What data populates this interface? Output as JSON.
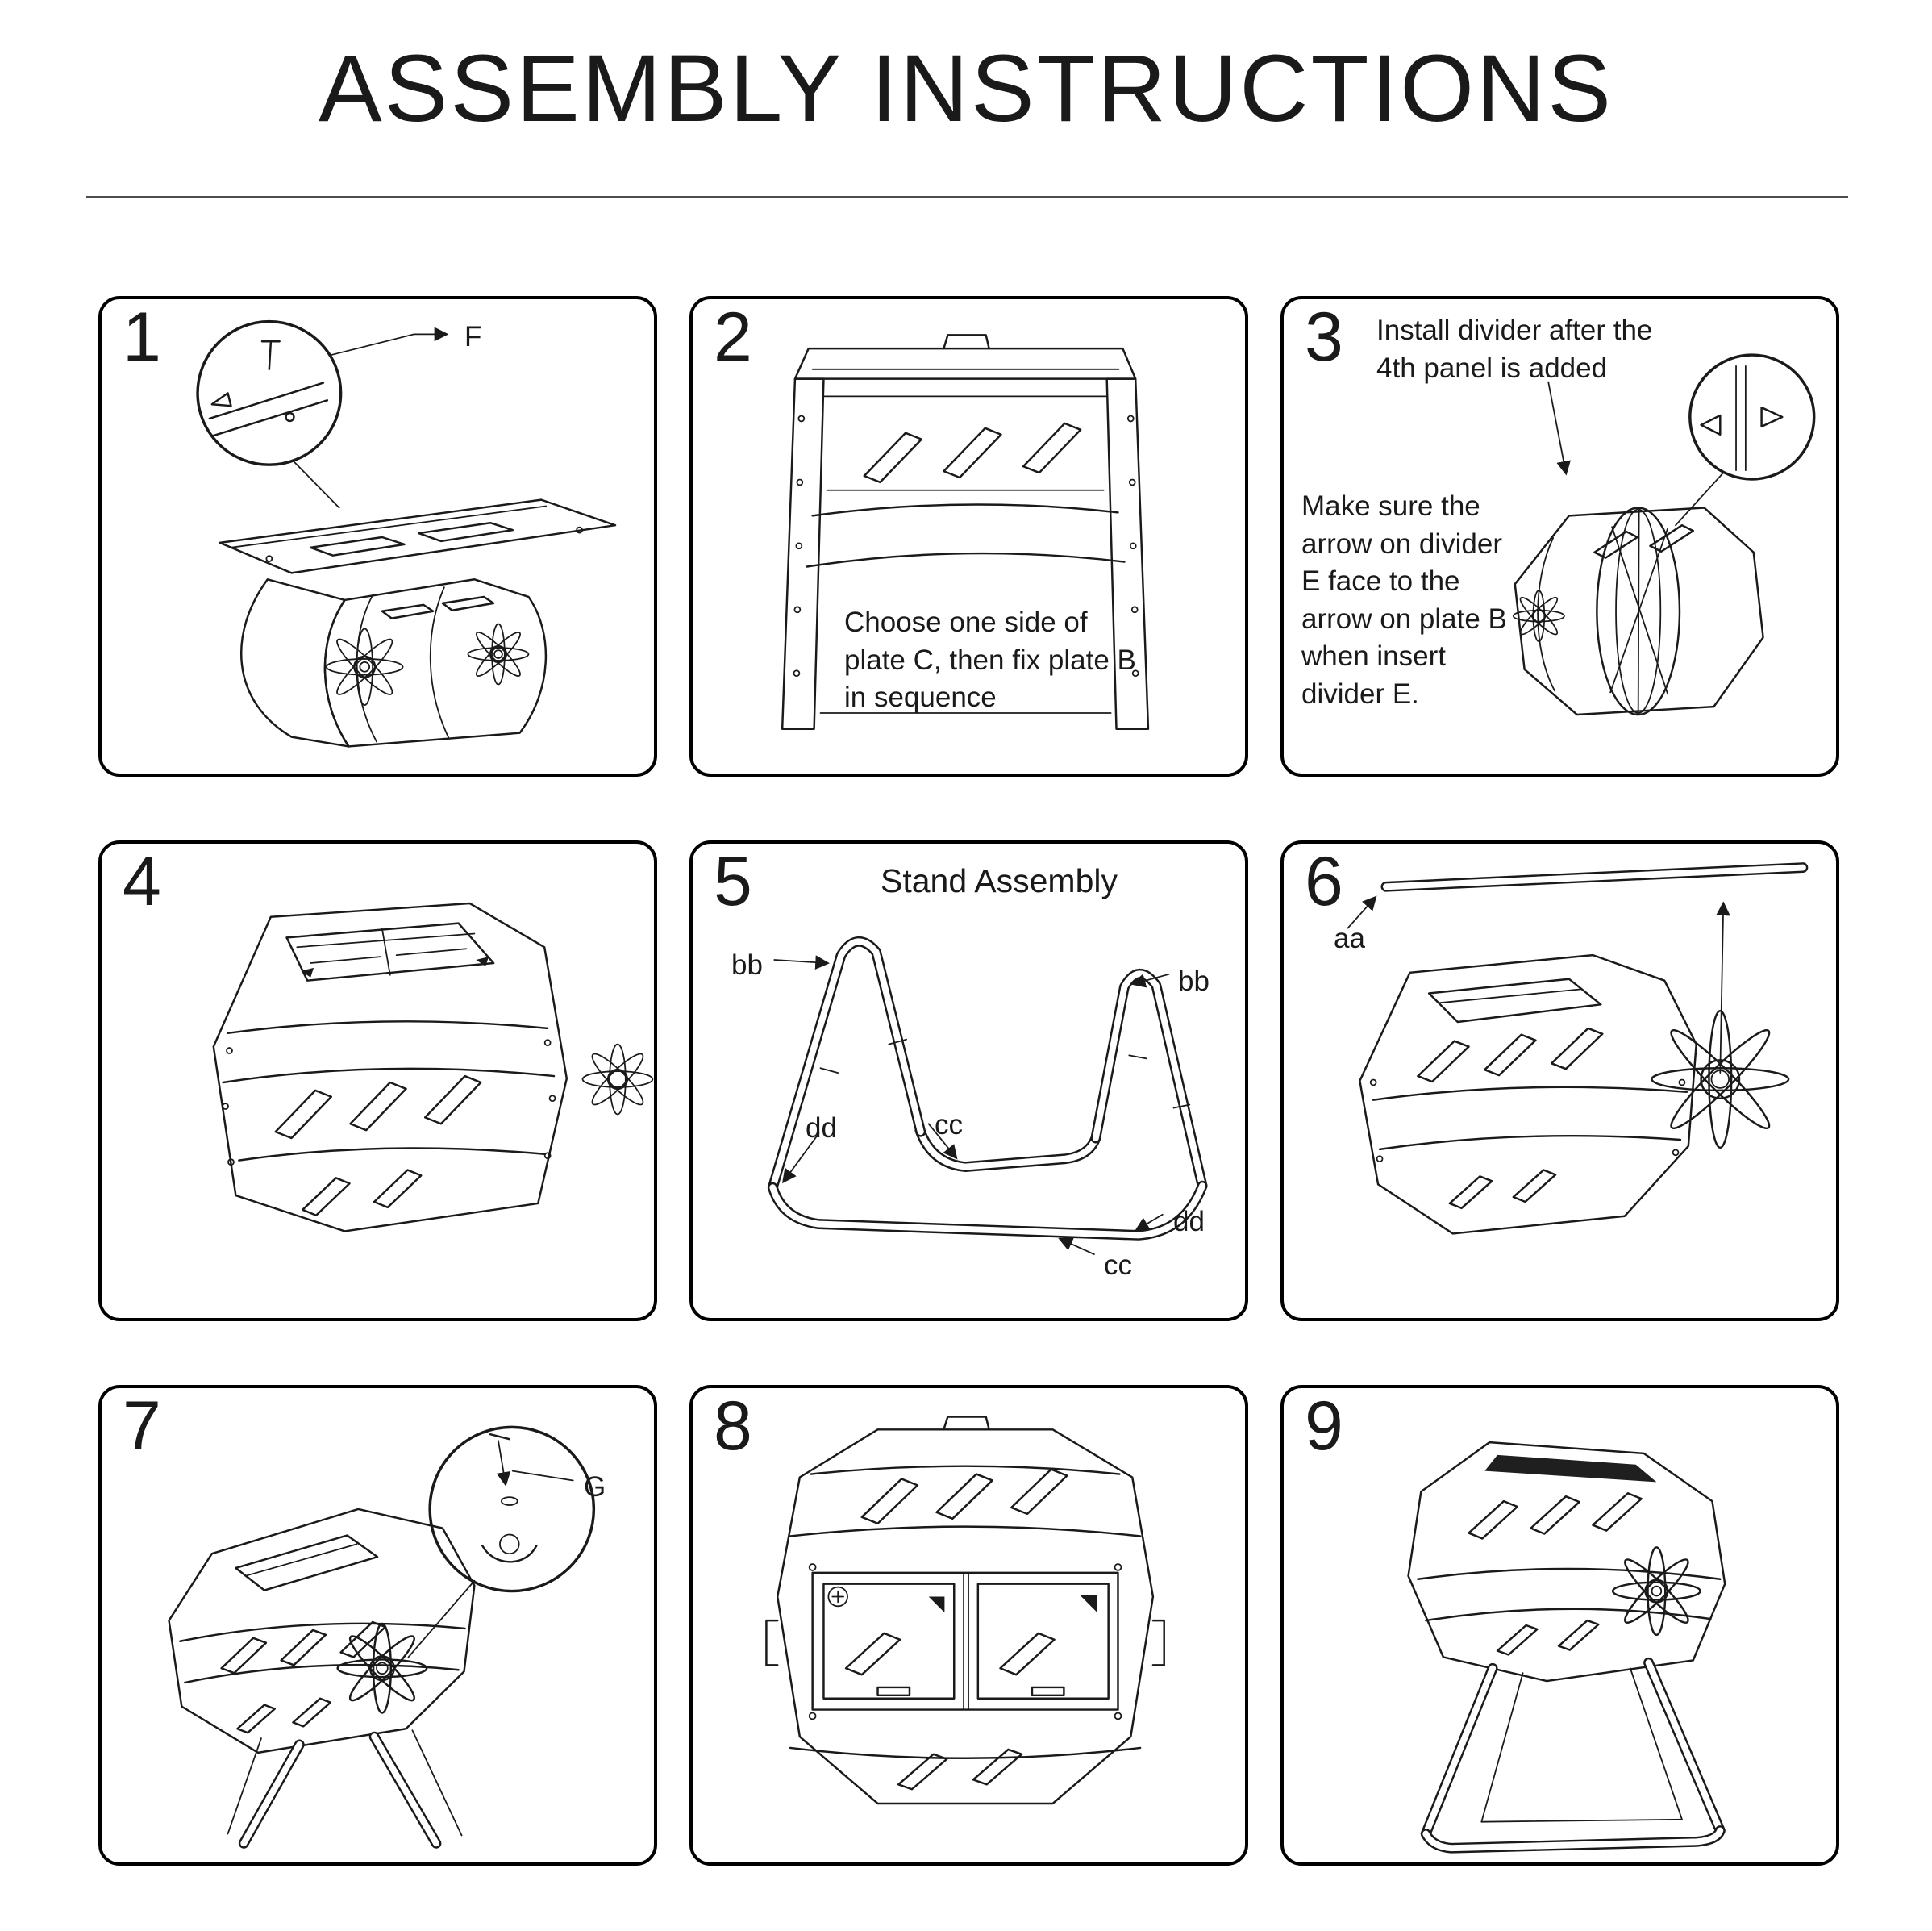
{
  "page": {
    "title": "ASSEMBLY INSTRUCTIONS"
  },
  "steps": [
    {
      "number": "1",
      "labels": {
        "f": "F"
      }
    },
    {
      "number": "2",
      "note": "Choose one side of plate C, then fix plate B in sequence"
    },
    {
      "number": "3",
      "top_note": "Install divider after the 4th panel is added",
      "side_note": "Make sure the arrow on divider E face to the arrow on plate B when insert divider E."
    },
    {
      "number": "4"
    },
    {
      "number": "5",
      "title": "Stand Assembly",
      "labels": {
        "bb_left": "bb",
        "bb_right": "bb",
        "cc_top": "cc",
        "dd_left": "dd",
        "dd_right": "dd",
        "cc_bottom": "cc"
      }
    },
    {
      "number": "6",
      "labels": {
        "aa": "aa"
      }
    },
    {
      "number": "7",
      "labels": {
        "g": "G"
      }
    },
    {
      "number": "8"
    },
    {
      "number": "9"
    }
  ]
}
